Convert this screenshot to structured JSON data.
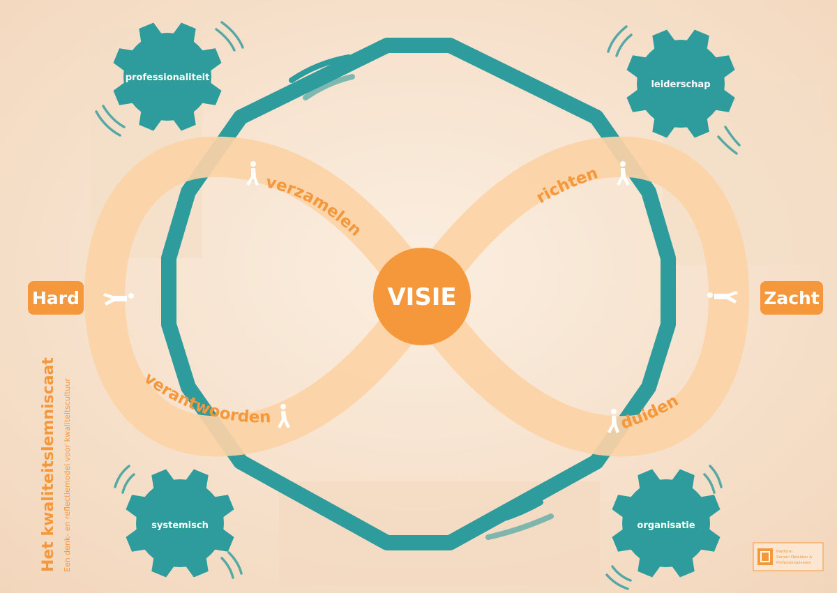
{
  "center": {
    "label": "VISIE"
  },
  "sides": {
    "left": "Hard",
    "right": "Zacht"
  },
  "loop_labels": {
    "top_left": "verzamelen",
    "top_right": "richten",
    "bottom_left": "verantwoorden",
    "bottom_right": "duiden"
  },
  "gears": {
    "top_left": "professionaliteit",
    "top_right": "leiderschap",
    "bottom_left": "systemisch",
    "bottom_right": "organisatie"
  },
  "title": {
    "main": "Het kwaliteitslemniscaat",
    "subtitle": "Een denk- en reflectiemodel voor kwaliteitscultuur"
  },
  "logo": {
    "lines": [
      "Platform",
      "Samen Opleiden &",
      "Professionaliseren"
    ]
  },
  "colors": {
    "teal": "#2e9b9c",
    "orange": "#f5973b",
    "loop": "#fcd2a6",
    "background": "#f7e3cf"
  },
  "icons": [
    "walking-person-icon",
    "falling-person-icon",
    "motion-lines-icon",
    "logo-icon"
  ]
}
